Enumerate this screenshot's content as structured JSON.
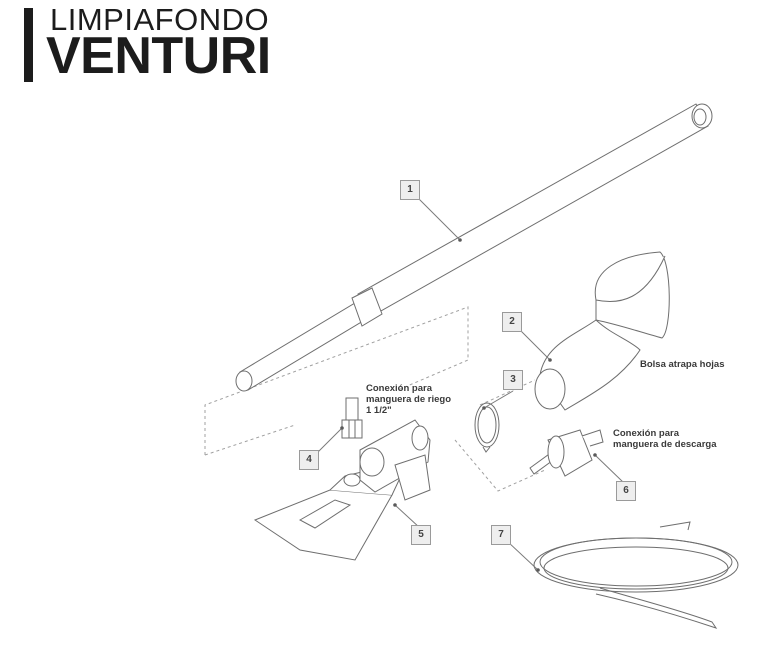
{
  "title": {
    "line1": "LIMPIAFONDO",
    "line2": "VENTURI"
  },
  "parts": [
    {
      "number": "1"
    },
    {
      "number": "2",
      "label": "Bolsa atrapa hojas"
    },
    {
      "number": "3"
    },
    {
      "number": "4",
      "label_line1": "Conexión para",
      "label_line2": "manguera de riego",
      "label_line3": "1 1/2\""
    },
    {
      "number": "5"
    },
    {
      "number": "6",
      "label_line1": "Conexión para",
      "label_line2": "manguera de descarga"
    },
    {
      "number": "7"
    }
  ]
}
